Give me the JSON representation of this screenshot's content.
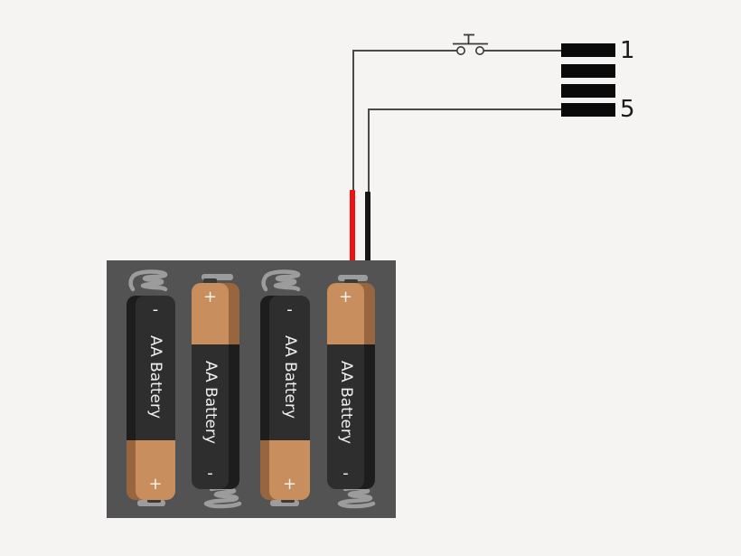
{
  "diagram": {
    "type": "battery-pack-wiring-diagram",
    "background_color": "#f5f4f3",
    "connector": {
      "pins": [
        {
          "label": "1"
        },
        {
          "label": ""
        },
        {
          "label": ""
        },
        {
          "label": "5"
        }
      ],
      "bar_color": "#0a0a0a"
    },
    "switch": {
      "kind": "momentary-push-button"
    },
    "wires": {
      "positive_color": "#ee1111",
      "negative_color": "#161616",
      "schematic_line_color": "#4a4a4a"
    },
    "battery_holder": {
      "body_color": "#535353",
      "contact_color": "#9c9c9c",
      "battery_body_color": "#2e2e2e",
      "battery_cap_color": "#c98e5d",
      "batteries": [
        {
          "label": "AA Battery",
          "top_sign": "-",
          "bottom_sign": "+"
        },
        {
          "label": "AA Battery",
          "top_sign": "+",
          "bottom_sign": "-"
        },
        {
          "label": "AA Battery",
          "top_sign": "-",
          "bottom_sign": "+"
        },
        {
          "label": "AA Battery",
          "top_sign": "+",
          "bottom_sign": "-"
        }
      ]
    }
  }
}
